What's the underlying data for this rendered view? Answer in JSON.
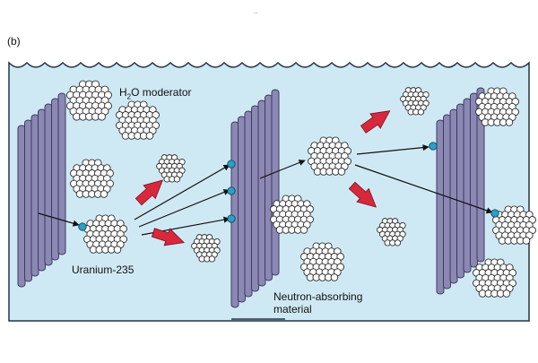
{
  "figure": {
    "panel_letter": "(b)",
    "top_mark": "..",
    "labels": {
      "moderator_prefix": "H",
      "moderator_sub": "2",
      "moderator_suffix": "O moderator",
      "uranium": "Uranium-235",
      "absorber": "Neutron-absorbing material"
    }
  },
  "colors": {
    "water": "#cfe9f4",
    "water_edge": "#223344",
    "rod_fill": "#8c88b4",
    "rod_stroke": "#3b3a5e",
    "neutron": "#2aa0c8",
    "arrow_red": "#d8283c",
    "nucleus_ball": "#ffffff",
    "nucleus_line": "#2b2b2b"
  },
  "icons": [
    "uranium-nucleus-icon",
    "neutron-icon",
    "fission-fragment-arrow-icon",
    "control-rod-icon"
  ]
}
